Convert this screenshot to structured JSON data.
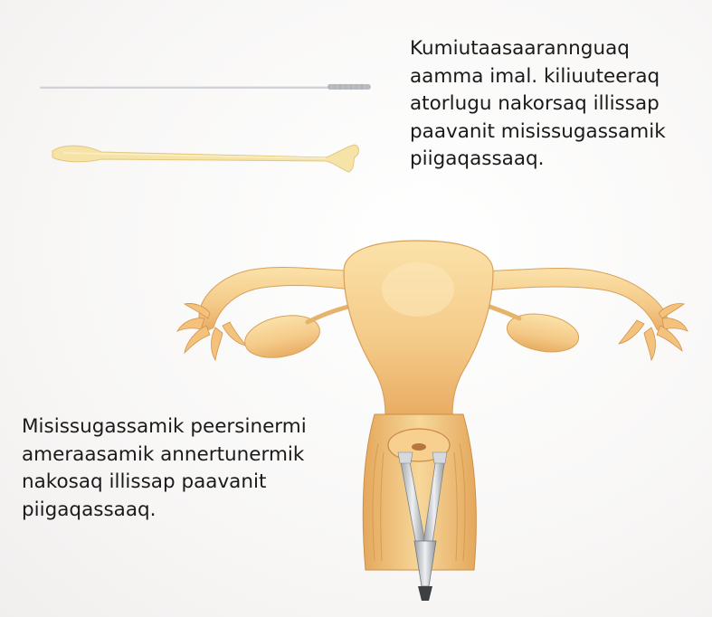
{
  "captions": {
    "top": "Kumiutaasaarannguaq\naamma imal. kiliuuteeraq\natorlugu nakorsaq illissap\npaavanit misissugassamik\npiigaqassaaq.",
    "bottom": "Misissugassamik peersinermi\nameraasamik annertunermik\nnakosaq illissap paavanit\npiigaqassaaq."
  },
  "icons": {
    "brush": "cytobrush-icon",
    "spatula": "wooden-spatula-icon",
    "uterus": "uterus-illustration",
    "speculum": "speculum-icon"
  },
  "colors": {
    "background": "#faf9f8",
    "tissue_light": "#f9dfa6",
    "tissue_mid": "#f1c27a",
    "tissue_dark": "#d99c52",
    "metal": "#c8cbce",
    "text": "#1a1a1a"
  }
}
